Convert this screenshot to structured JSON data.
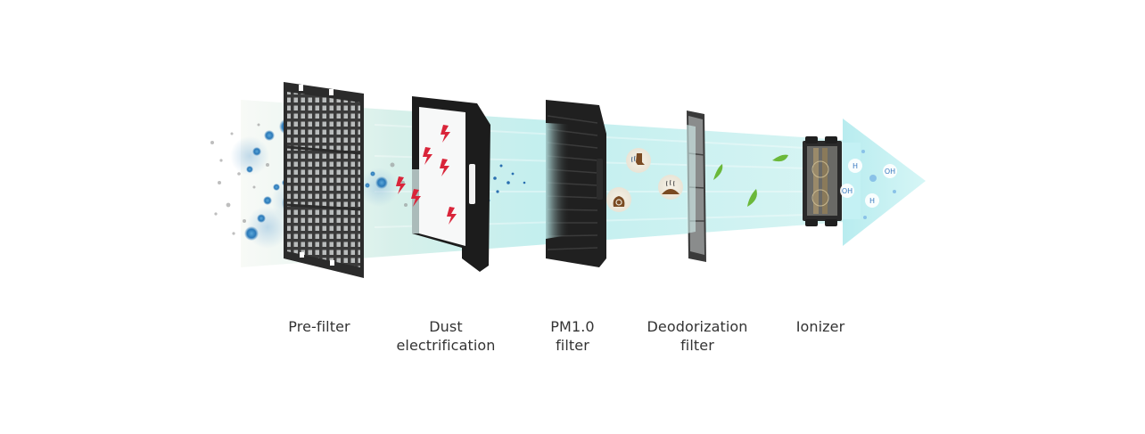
{
  "diagram": {
    "description": "Air purifier filtration stages with airflow arrow",
    "colors": {
      "beam_light": "#e6f6f4",
      "beam": "#bdeeee",
      "arrow": "#c4f1f4",
      "filter_dark": "#1c1c1c",
      "bolt": "#d9253a",
      "particle": "#2e78b8",
      "leaf": "#6bb83a",
      "odor_icon": "#7a4a22",
      "label_text": "#333333"
    },
    "stages": [
      {
        "id": "pre-filter",
        "label_lines": [
          "Pre-filter"
        ]
      },
      {
        "id": "dust-electrification",
        "label_lines": [
          "Dust",
          "electrification"
        ]
      },
      {
        "id": "pm10-filter",
        "label_lines": [
          "PM1.0",
          "filter"
        ]
      },
      {
        "id": "deodorization-filter",
        "label_lines": [
          "Deodorization",
          "filter"
        ]
      },
      {
        "id": "ionizer",
        "label_lines": [
          "Ionizer"
        ]
      }
    ],
    "ions": [
      "H",
      "OH",
      "OH",
      "H"
    ]
  }
}
